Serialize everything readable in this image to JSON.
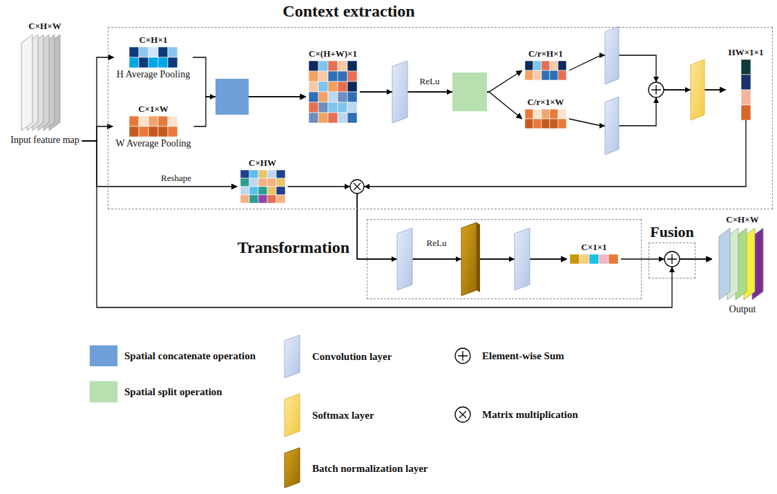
{
  "diagram": {
    "nodes": [
      {
        "text": [
          "C×H×W",
          "Input feature map"
        ]
      },
      {
        "text": [
          "Context extraction"
        ]
      },
      {
        "text": [
          "C×H×1",
          "H Average Pooling"
        ],
        "in": 1
      },
      {
        "text": [
          "C×1×W",
          "W Average Pooling"
        ],
        "in": 1
      },
      {
        "text": [
          "C×(H+W)×1"
        ],
        "in": 1
      },
      {
        "text": [
          "C/r×H×1"
        ],
        "in": 1
      },
      {
        "text": [
          "C/r×1×W"
        ],
        "in": 1
      },
      {
        "text": [
          "HW×1×1"
        ],
        "in": 1
      },
      {
        "text": [
          "C×HW"
        ],
        "in": 1
      },
      {
        "text": [
          "Transformation"
        ]
      },
      {
        "text": [
          "C×1×1"
        ],
        "in": 9
      },
      {
        "text": [
          "Fusion"
        ]
      },
      {
        "text": [
          "C×H×W",
          "Output"
        ]
      }
    ],
    "edges": [
      {
        "from": 0,
        "to": 2,
        "arrow": "to"
      },
      {
        "from": 0,
        "to": 3,
        "arrow": "to"
      },
      {
        "from": 2,
        "to": 4,
        "arrow": "to"
      },
      {
        "from": 3,
        "to": 4,
        "arrow": "to"
      },
      {
        "from": 4,
        "to": 5,
        "arrow": "to"
      },
      {
        "from": 4,
        "to": 6,
        "arrow": "to"
      },
      {
        "from": 5,
        "to": 7,
        "arrow": "to"
      },
      {
        "from": 6,
        "to": 7,
        "arrow": "to"
      },
      {
        "from": 0,
        "to": 8,
        "label": "Reshape",
        "arrow": "to"
      },
      {
        "from": 7,
        "to": 10,
        "arrow": "to"
      },
      {
        "from": 8,
        "to": 10,
        "arrow": "to"
      },
      {
        "from": 10,
        "to": 12,
        "arrow": "to"
      },
      {
        "from": 0,
        "to": 12,
        "arrow": "to"
      }
    ],
    "labels": [
      "ReLu",
      "ReLu"
    ],
    "legend": [
      {
        "text": "Spatial concatenate operation",
        "color": "#6f9fd8"
      },
      {
        "text": "Spatial split operation",
        "color": "#b7dfb0"
      },
      {
        "text": "Convolution layer"
      },
      {
        "text": "Softmax layer"
      },
      {
        "text": "Batch normalization layer"
      },
      {
        "text": "Element-wise Sum"
      },
      {
        "text": "Matrix multiplication"
      }
    ]
  }
}
